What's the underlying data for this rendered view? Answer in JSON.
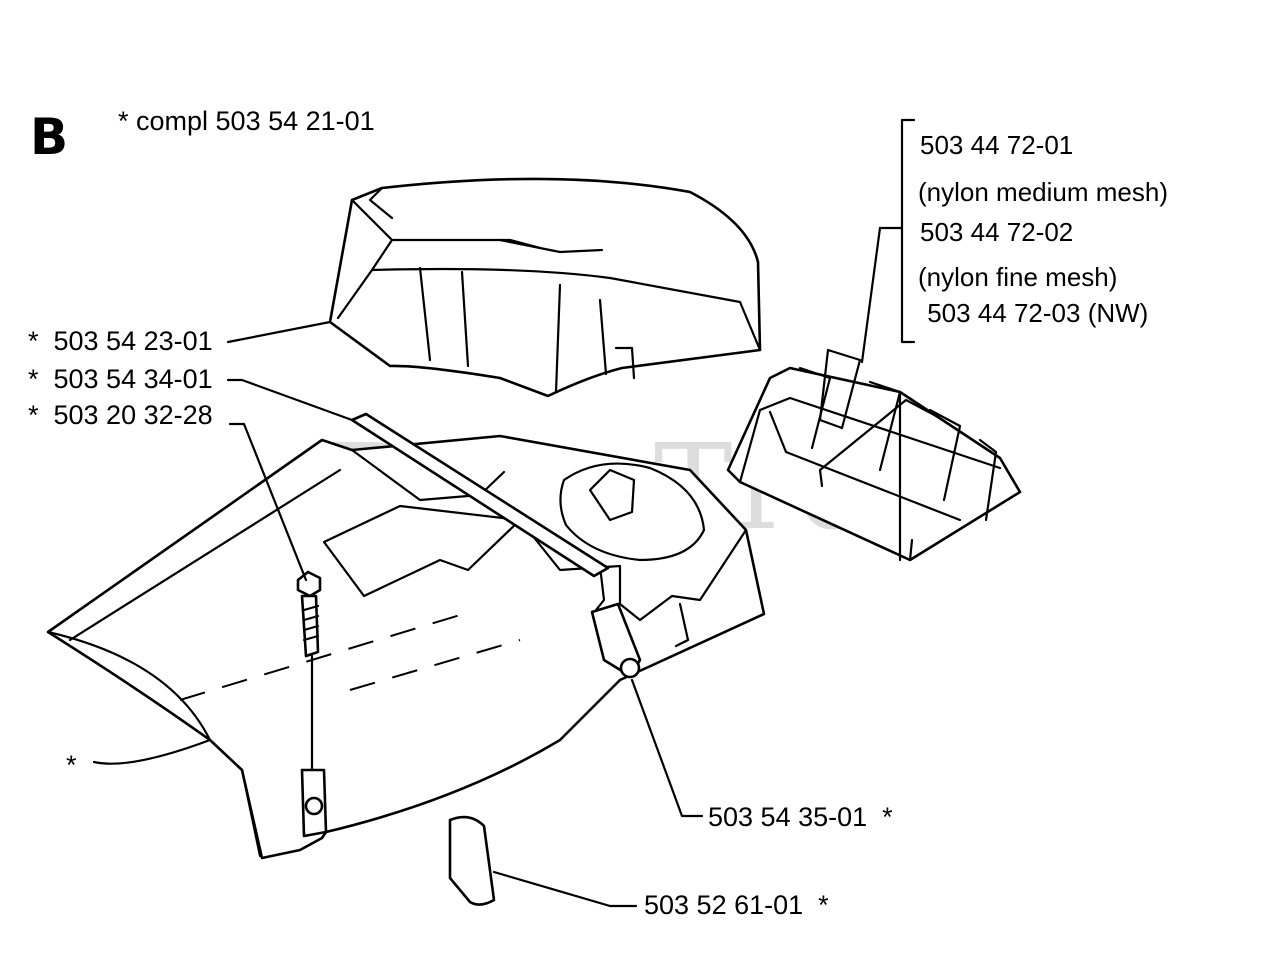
{
  "section_letter": "B",
  "header_note": "*  compl 503 54 21-01",
  "watermark": "PartsTree",
  "bracket_labels": [
    "503 44 72-01",
    "(nylon medium mesh)",
    "503 44 72-02",
    "(nylon fine mesh)",
    " 503 44 72-03 (NW)"
  ],
  "callouts": {
    "cover_top": "*  503 54 23-01",
    "seal_strip": "*  503 54 34-01",
    "screw": "*  503 20 32-28",
    "main_cover": "*",
    "sleeve": "503 54 35-01  *",
    "plate": "503 52 61-01  *"
  }
}
